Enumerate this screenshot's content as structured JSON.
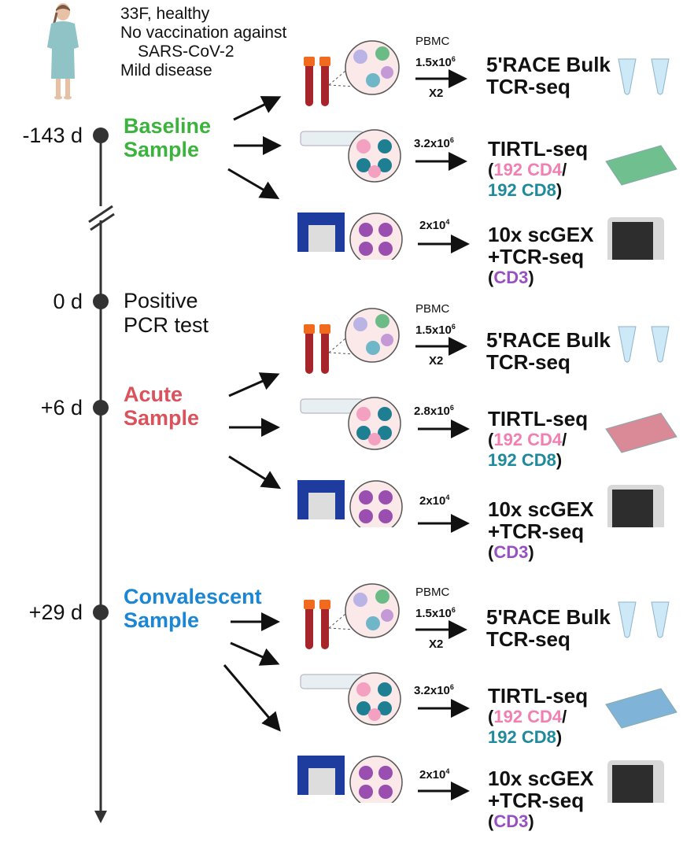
{
  "patient": {
    "icon": "patient-figure-icon",
    "lines": [
      "33F, healthy",
      "No vaccination against",
      "SARS-CoV-2",
      "Mild disease"
    ]
  },
  "colors": {
    "baseline": "#3cb33c",
    "acute": "#d9525c",
    "convalescent": "#1a86d4",
    "cd4": "#f27fb2",
    "cd8": "#1e8a9c",
    "cd3": "#9a4fc0",
    "timeline": "#333333"
  },
  "timeline": {
    "break_icon": "axis-break-icon",
    "end_icon": "arrow-down-icon",
    "points": [
      {
        "label": "-143 d",
        "title_lines": [
          "Baseline",
          "Sample"
        ],
        "kind": "baseline"
      },
      {
        "label": "0 d",
        "title_lines": [
          "Positive",
          "PCR test"
        ],
        "kind": "event"
      },
      {
        "label": "+6 d",
        "title_lines": [
          "Acute",
          "Sample"
        ],
        "kind": "acute"
      },
      {
        "label": "+29 d",
        "title_lines": [
          "Convalescent",
          "Sample"
        ],
        "kind": "convalescent"
      }
    ]
  },
  "samples": [
    {
      "name": "baseline",
      "bulk": {
        "pbmc": "PBMC",
        "count_base": "1.5x10",
        "count_exp": "6",
        "replicates": "X2",
        "title": [
          "5'RACE Bulk",
          "TCR-seq"
        ]
      },
      "tirtl": {
        "count_base": "3.2x10",
        "count_exp": "6",
        "title": "TIRTL-seq",
        "cd4": "192 CD4",
        "cd8": "192 CD8",
        "plate_color": "#6fbf8f"
      },
      "sc": {
        "count_base": "2x10",
        "count_exp": "4",
        "title": [
          "10x scGEX",
          "+TCR-seq"
        ],
        "cd3": "CD3"
      }
    },
    {
      "name": "acute",
      "bulk": {
        "pbmc": "PBMC",
        "count_base": "1.5x10",
        "count_exp": "6",
        "replicates": "X2",
        "title": [
          "5'RACE Bulk",
          "TCR-seq"
        ]
      },
      "tirtl": {
        "count_base": "2.8x10",
        "count_exp": "6",
        "title": "TIRTL-seq",
        "cd4": "192 CD4",
        "cd8": "192 CD8",
        "plate_color": "#d98a96"
      },
      "sc": {
        "count_base": "2x10",
        "count_exp": "4",
        "title": [
          "10x scGEX",
          "+TCR-seq"
        ],
        "cd3": "CD3"
      }
    },
    {
      "name": "convalescent",
      "bulk": {
        "pbmc": "PBMC",
        "count_base": "1.5x10",
        "count_exp": "6",
        "replicates": "X2",
        "title": [
          "5'RACE Bulk",
          "TCR-seq"
        ]
      },
      "tirtl": {
        "count_base": "3.2x10",
        "count_exp": "6",
        "title": "TIRTL-seq",
        "cd4": "192 CD4",
        "cd8": "192 CD8",
        "plate_color": "#7fb4d8"
      },
      "sc": {
        "count_base": "2x10",
        "count_exp": "4",
        "title": [
          "10x scGEX",
          "+TCR-seq"
        ],
        "cd3": "CD3"
      }
    }
  ]
}
